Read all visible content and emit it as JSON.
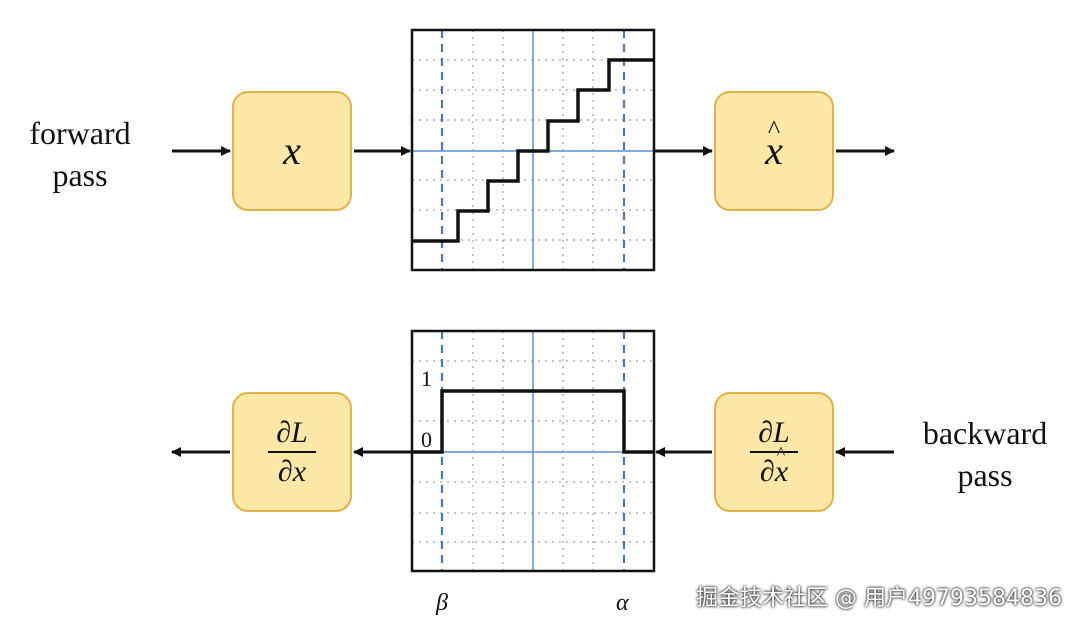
{
  "forward": {
    "label_line1": "forward",
    "label_line2": "pass",
    "input_symbol": "x",
    "output_symbol": "x",
    "output_hat": "^"
  },
  "backward": {
    "label_line1": "backward",
    "label_line2": "pass",
    "grad_out_num": "∂L",
    "grad_out_den": "∂x",
    "grad_out_hat": "^",
    "grad_in_num": "∂L",
    "grad_in_den": "∂x",
    "y_tick_one": "1",
    "y_tick_zero": "0"
  },
  "axis": {
    "beta": "β",
    "alpha": "α"
  },
  "watermark": "掘金技术社区 @ 用户49793584836",
  "colors": {
    "box_fill": "#fbe7a6",
    "box_border": "#e0b34a",
    "guide_dashed": "#4a78b5",
    "center_axis": "#5b8fd0",
    "grid_dotted": "#8a8a8a"
  }
}
